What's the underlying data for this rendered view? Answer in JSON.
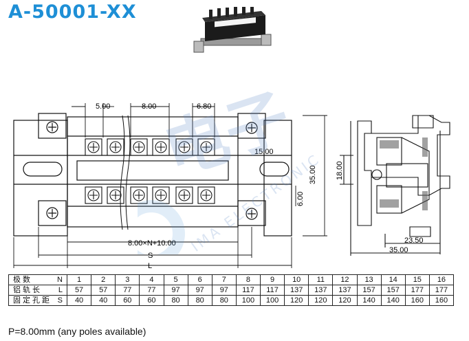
{
  "title": "A-50001-XX",
  "dimensions": {
    "pitch_top": "5.00",
    "spacing_top": "8.00",
    "gap_top": "6.80",
    "inner_width": "15.00",
    "height_outer": "35.00",
    "height_inner": "18.00",
    "offset": "6.00",
    "formula": "8.00×N+10.00",
    "s_label": "S",
    "l_label": "L",
    "side_inner": "23.50",
    "side_outer": "35.00"
  },
  "watermark": {
    "chars": "电子",
    "text": "IMA ELECTRONIC"
  },
  "table": {
    "rows": [
      {
        "label": "极数",
        "key": "N",
        "values": [
          "1",
          "2",
          "3",
          "4",
          "5",
          "6",
          "7",
          "8",
          "9",
          "10",
          "11",
          "12",
          "13",
          "14",
          "15",
          "16"
        ]
      },
      {
        "label": "铝轨长",
        "key": "L",
        "values": [
          "57",
          "57",
          "77",
          "77",
          "97",
          "97",
          "97",
          "117",
          "117",
          "137",
          "137",
          "137",
          "157",
          "157",
          "177",
          "177"
        ]
      },
      {
        "label": "固定孔距",
        "key": "S",
        "values": [
          "40",
          "40",
          "60",
          "60",
          "80",
          "80",
          "80",
          "100",
          "100",
          "120",
          "120",
          "120",
          "140",
          "140",
          "160",
          "160"
        ]
      }
    ]
  },
  "note": "P=8.00mm (any poles available)"
}
